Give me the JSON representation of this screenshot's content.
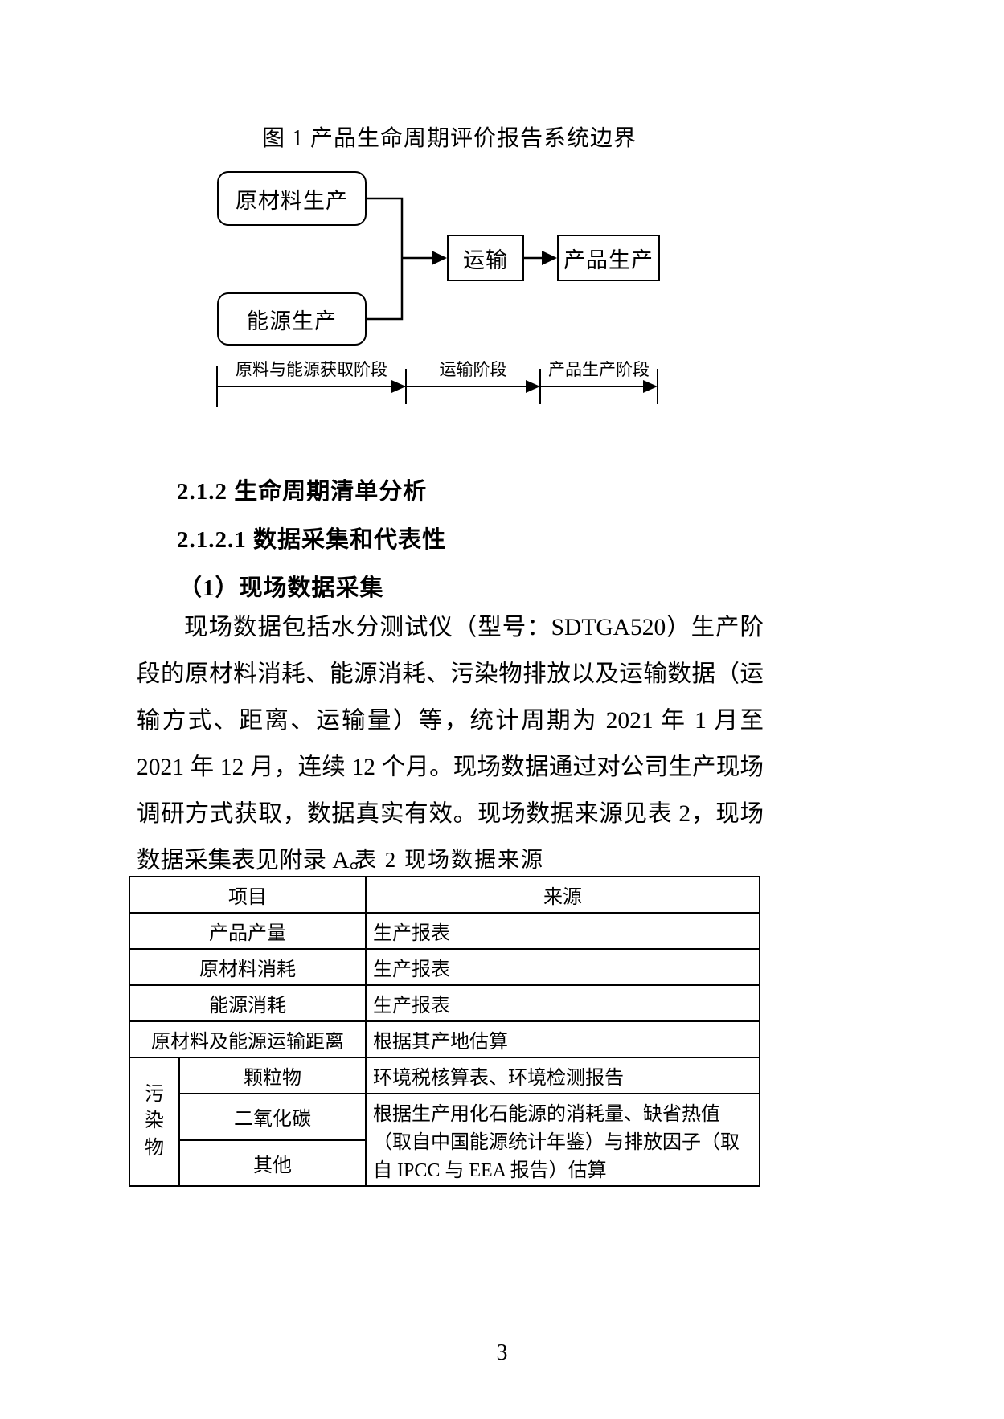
{
  "page": {
    "number": "3"
  },
  "figure": {
    "caption": "图 1  产品生命周期评价报告系统边界",
    "boxes": {
      "raw_material": "原材料生产",
      "energy": "能源生产",
      "transport": "运输",
      "product": "产品生产"
    },
    "phases": [
      "原料与能源获取阶段",
      "运输阶段",
      "产品生产阶段"
    ]
  },
  "headings": {
    "h1": "2.1.2 生命周期清单分析",
    "h2": "2.1.2.1 数据采集和代表性",
    "h3": "（1）现场数据采集"
  },
  "paragraph": "现场数据包括水分测试仪（型号：SDTGA520）生产阶段的原材料消耗、能源消耗、污染物排放以及运输数据（运输方式、距离、运输量）等，统计周期为 2021 年 1 月至 2021 年 12 月，连续 12 个月。现场数据通过对公司生产现场调研方式获取，数据真实有效。现场数据来源见表 2，现场数据采集表见附录 A。",
  "table": {
    "title": "表 2  现场数据来源",
    "headers": {
      "item": "项目",
      "source": "来源"
    },
    "rows": [
      {
        "item": "产品产量",
        "source": "生产报表"
      },
      {
        "item": "原材料消耗",
        "source": "生产报表"
      },
      {
        "item": "能源消耗",
        "source": "生产报表"
      },
      {
        "item": "原材料及能源运输距离",
        "source": "根据其产地估算"
      }
    ],
    "pollutant_group": {
      "label": "污染物",
      "rows": [
        {
          "item": "颗粒物",
          "source": "环境税核算表、环境检测报告"
        },
        {
          "item": "二氧化碳",
          "source": "根据生产用化石能源的消耗量、缺省热值（取自中国能源统计年鉴）与排放因子（取自 IPCC 与 EEA 报告）估算"
        },
        {
          "item": "其他",
          "source": ""
        }
      ]
    }
  }
}
